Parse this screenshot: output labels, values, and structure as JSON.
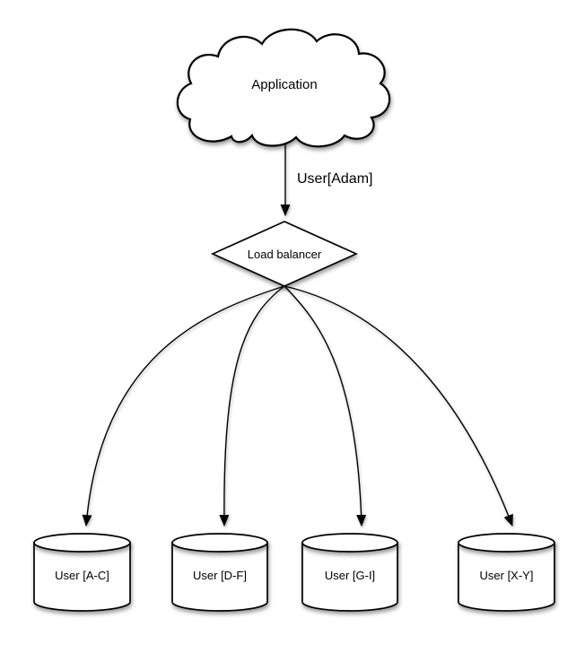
{
  "diagram": {
    "cloud": {
      "label": "Application"
    },
    "edge_cloud_to_lb": {
      "label": "User[Adam]"
    },
    "load_balancer": {
      "label": "Load balancer"
    },
    "shards": [
      {
        "label": "User [A-C]"
      },
      {
        "label": "User [D-F]"
      },
      {
        "label": "User [G-I]"
      },
      {
        "label": "User [X-Y]"
      }
    ]
  },
  "colors": {
    "stroke": "#000000",
    "fill": "#ffffff",
    "background": "#ffffff"
  }
}
